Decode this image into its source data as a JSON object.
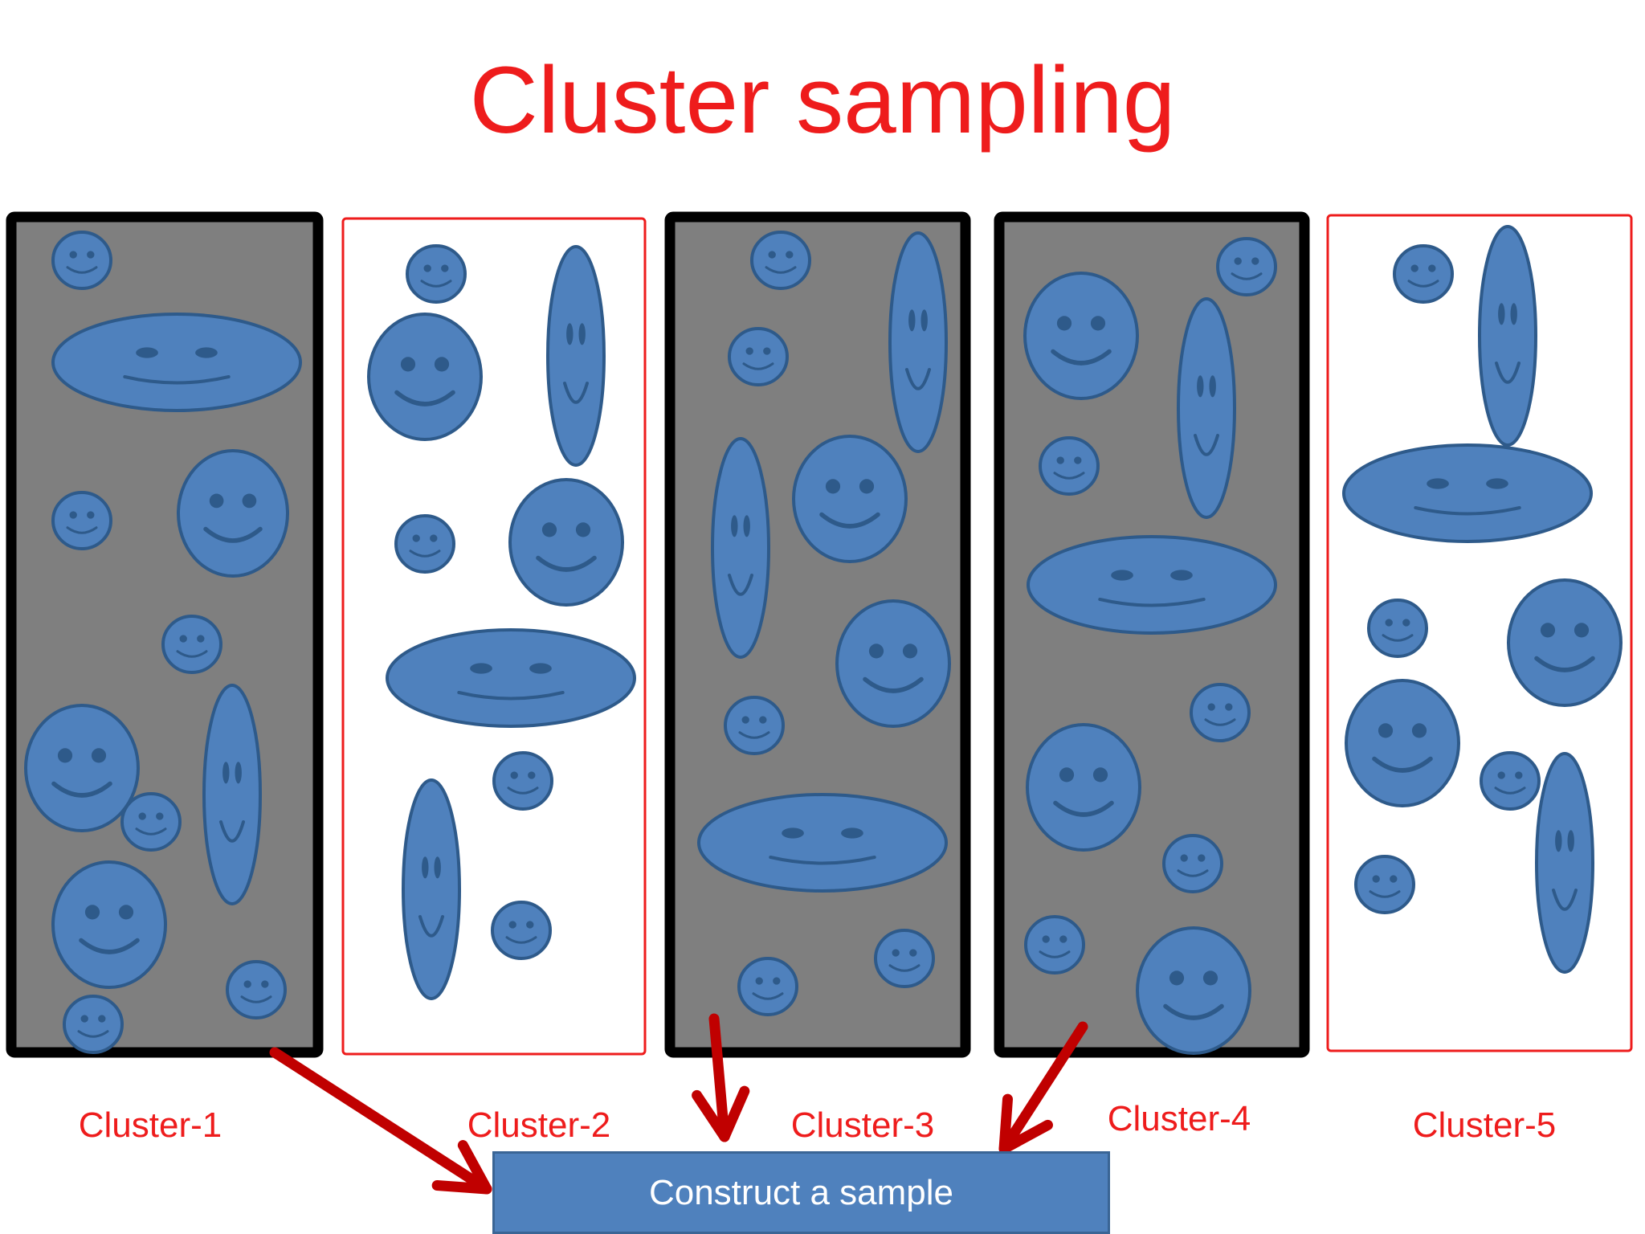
{
  "title": "Cluster sampling",
  "clusters": [
    {
      "label": "Cluster-1",
      "selected": true
    },
    {
      "label": "Cluster-2",
      "selected": false
    },
    {
      "label": "Cluster-3",
      "selected": true
    },
    {
      "label": "Cluster-4",
      "selected": true
    },
    {
      "label": "Cluster-5",
      "selected": false
    }
  ],
  "sample_box": {
    "label": "Construct a sample"
  },
  "colors": {
    "title": "#ee1c1c",
    "selected_fill": "#7f7f7f",
    "selected_border": "#000000",
    "unselected_border": "#ee1c1c",
    "face_fill": "#4f81bd",
    "face_stroke": "#2e5a8a",
    "arrow": "#c00000"
  },
  "icons": {
    "face": "smiley-face-icon",
    "arrow": "arrow-icon"
  }
}
